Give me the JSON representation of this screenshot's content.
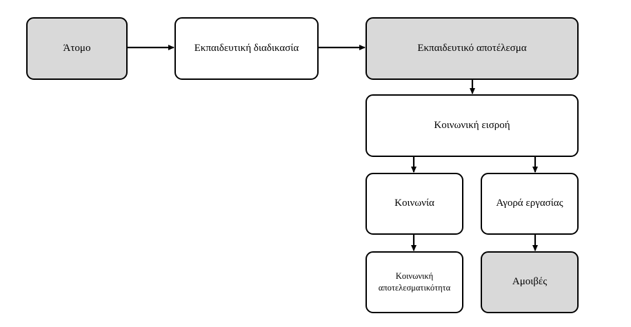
{
  "colors": {
    "shaded_fill": "#d9d9d9",
    "plain_fill": "#ffffff",
    "stroke": "#000000"
  },
  "nodes": {
    "atomo": {
      "label": "Άτομο",
      "shaded": true
    },
    "ekpaideftiki_diadikasia": {
      "label": "Εκπαιδευτική διαδικασία",
      "shaded": false
    },
    "ekpaideftiko_apotelesma": {
      "label": "Εκπαιδευτικό αποτέλεσμα",
      "shaded": true
    },
    "koinoniki_eisroi": {
      "label": "Κοινωνική εισροή",
      "shaded": false
    },
    "koinonia": {
      "label": "Κοινωνία",
      "shaded": false
    },
    "agora_ergasias": {
      "label": "Αγορά εργασίας",
      "shaded": false
    },
    "koinoniki_apotelesmatikotita": {
      "label": "Κοινωνική\nαποτελεσματικότητα",
      "shaded": false
    },
    "amoives": {
      "label": "Αμοιβές",
      "shaded": true
    }
  },
  "edges": [
    {
      "from": "atomo",
      "to": "ekpaideftiki_diadikasia"
    },
    {
      "from": "ekpaideftiki_diadikasia",
      "to": "ekpaideftiko_apotelesma"
    },
    {
      "from": "ekpaideftiko_apotelesma",
      "to": "koinoniki_eisroi"
    },
    {
      "from": "koinoniki_eisroi",
      "to": "koinonia"
    },
    {
      "from": "koinoniki_eisroi",
      "to": "agora_ergasias"
    },
    {
      "from": "koinonia",
      "to": "koinoniki_apotelesmatikotita"
    },
    {
      "from": "agora_ergasias",
      "to": "amoives"
    }
  ]
}
